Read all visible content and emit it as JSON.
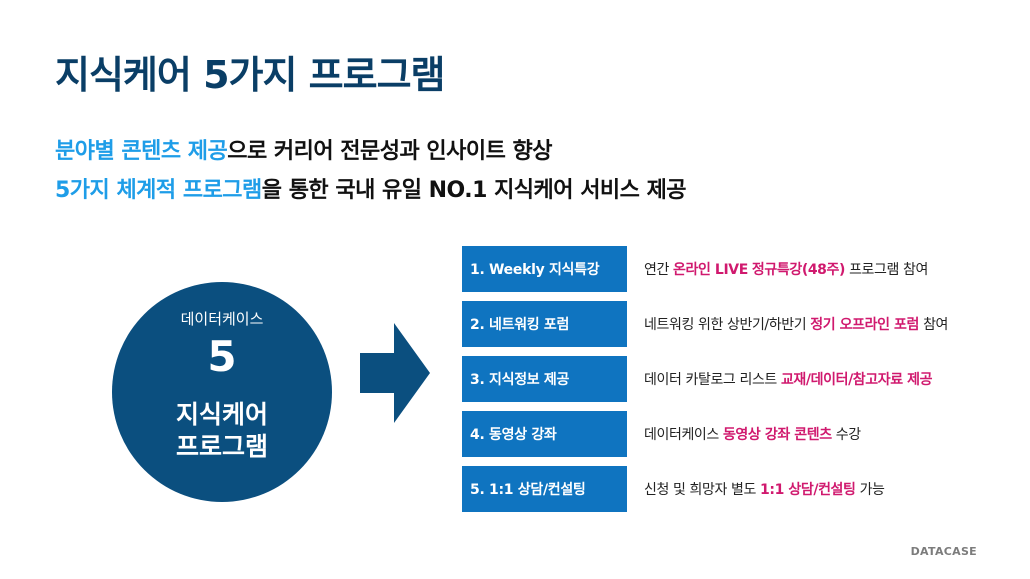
{
  "title": "지식케어 5가지 프로그램",
  "subtitle": {
    "line1": {
      "highlight": "분야별 콘텐츠 제공",
      "rest": "으로 커리어 전문성과 인사이트 향상"
    },
    "line2": {
      "highlight": "5가지 체계적 프로그램",
      "rest": "을 통한 국내 유일 NO.1 지식케어 서비스 제공"
    }
  },
  "circle": {
    "top": "데이터케이스",
    "number": "5",
    "line1": "지식케어",
    "line2": "프로그램"
  },
  "programs": [
    {
      "label": "1. Weekly 지식특강",
      "desc": [
        {
          "t": "연간 ",
          "a": false
        },
        {
          "t": "온라인 LIVE",
          "a": true
        },
        {
          "t": " ",
          "a": false
        },
        {
          "t": "정규특강(48주)",
          "a": true
        },
        {
          "t": " 프로그램 참여",
          "a": false
        }
      ]
    },
    {
      "label": "2. 네트워킹 포럼",
      "desc": [
        {
          "t": "네트워킹 위한 상반기/하반기 ",
          "a": false
        },
        {
          "t": "정기 오프라인 포럼",
          "a": true
        },
        {
          "t": " 참여",
          "a": false
        }
      ]
    },
    {
      "label": "3. 지식정보 제공",
      "desc": [
        {
          "t": "데이터 카탈로그 리스트 ",
          "a": false
        },
        {
          "t": "교재/데이터/참고자료 제공",
          "a": true
        }
      ]
    },
    {
      "label": "4. 동영상 강좌",
      "desc": [
        {
          "t": "데이터케이스 ",
          "a": false
        },
        {
          "t": "동영상 강좌 콘텐츠",
          "a": true
        },
        {
          "t": " 수강",
          "a": false
        }
      ]
    },
    {
      "label": "5. 1:1 상담/컨설팅",
      "desc": [
        {
          "t": "신청 및 희망자 별도 ",
          "a": false
        },
        {
          "t": "1:1 상담/컨설팅",
          "a": true
        },
        {
          "t": " 가능",
          "a": false
        }
      ]
    }
  ],
  "footer": "DATACASE",
  "colors": {
    "title": "#0a3e66",
    "highlight": "#1e9de8",
    "box": "#0f74c0",
    "circle": "#0b4f7f",
    "accent": "#d0196e"
  },
  "icons": {
    "arrow": "right-arrow-icon"
  }
}
